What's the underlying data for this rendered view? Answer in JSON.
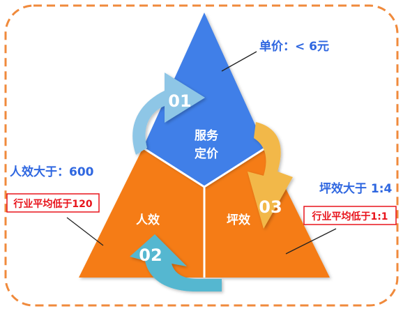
{
  "colors": {
    "border": "#F08A3C",
    "top_triangle": "#3F7FE8",
    "left_triangle": "#F57C12",
    "right_triangle": "#F57C12",
    "arrow_01": "#8EC6E6",
    "arrow_02": "#55B7D0",
    "arrow_03": "#F2B84A",
    "accent_text": "#2F67E0",
    "badge_text": "#E8141C",
    "badge_border": "#E8141C"
  },
  "segments": {
    "top": {
      "line1": "服务",
      "line2": "定价"
    },
    "left": {
      "label": "人效"
    },
    "right": {
      "label": "坪效"
    }
  },
  "steps": [
    {
      "number": "01",
      "icon": "curved-arrow-icon"
    },
    {
      "number": "02",
      "icon": "curved-arrow-icon"
    },
    {
      "number": "03",
      "icon": "curved-arrow-icon"
    }
  ],
  "callouts": {
    "top": {
      "text": "单价：< 6元"
    },
    "left": {
      "text": "人效大于：600",
      "badge": "行业平均低于120"
    },
    "right": {
      "text": "坪效大于 1:4",
      "badge": "行业平均低于1:1"
    }
  }
}
